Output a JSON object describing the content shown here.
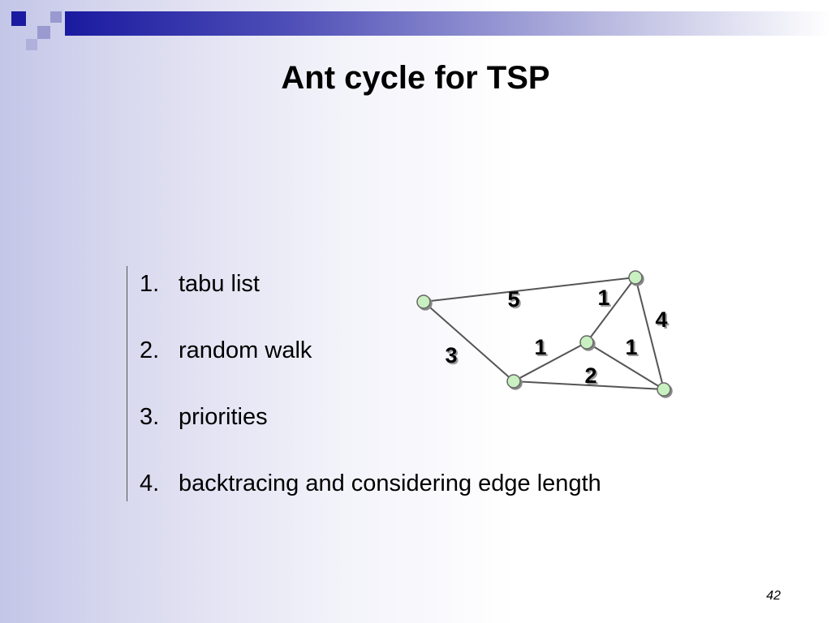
{
  "title": "Ant cycle for TSP",
  "list": [
    {
      "num": "1.",
      "text": "tabu list"
    },
    {
      "num": "2.",
      "text": "random walk"
    },
    {
      "num": "3.",
      "text": "priorities"
    },
    {
      "num": "4.",
      "text": "backtracing and considering edge length"
    }
  ],
  "graph": {
    "nodes": [
      "a",
      "b",
      "c",
      "d",
      "e"
    ],
    "edges": [
      {
        "from": "a",
        "to": "b"
      },
      {
        "from": "a",
        "to": "c"
      },
      {
        "from": "c",
        "to": "d"
      },
      {
        "from": "d",
        "to": "b"
      },
      {
        "from": "b",
        "to": "e"
      },
      {
        "from": "d",
        "to": "e"
      },
      {
        "from": "c",
        "to": "e"
      }
    ],
    "edge_labels": [
      "5",
      "1",
      "4",
      "3",
      "1",
      "1",
      "2"
    ],
    "node_fill": "#c8f0c0",
    "node_stroke": "#666666"
  },
  "slide_number": "42",
  "colors": {
    "accent": "#1a1aa0",
    "decor": "#8c8cc8"
  }
}
